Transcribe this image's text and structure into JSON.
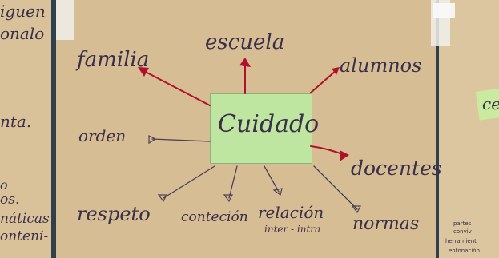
{
  "center": {
    "label": "Cuidado"
  },
  "branches": {
    "escuela": "escuela",
    "familia": "familia",
    "alumnos": "alumnos",
    "orden": "orden",
    "docentes": "docentes",
    "respeto": "respeto",
    "contecion": "conteción",
    "relacion_line1": "relación",
    "relacion_line2": "inter - intra",
    "normas": "normas"
  },
  "left_sheet": {
    "line1": "iguen",
    "line2": "onalo",
    "line3": "nta.",
    "line4": "o",
    "line5": "os.",
    "line6": "náticas",
    "line7": "onteni-"
  },
  "right_sheet": {
    "card_text": "ce",
    "line1": "partes",
    "line2": "conviv",
    "line3": "herramient",
    "line4": "entonación"
  },
  "colors": {
    "paper": "#d6bd93",
    "card_green": "#bfe6a0",
    "ink": "#3a2f4a",
    "arrow_red": "#b0102a"
  }
}
